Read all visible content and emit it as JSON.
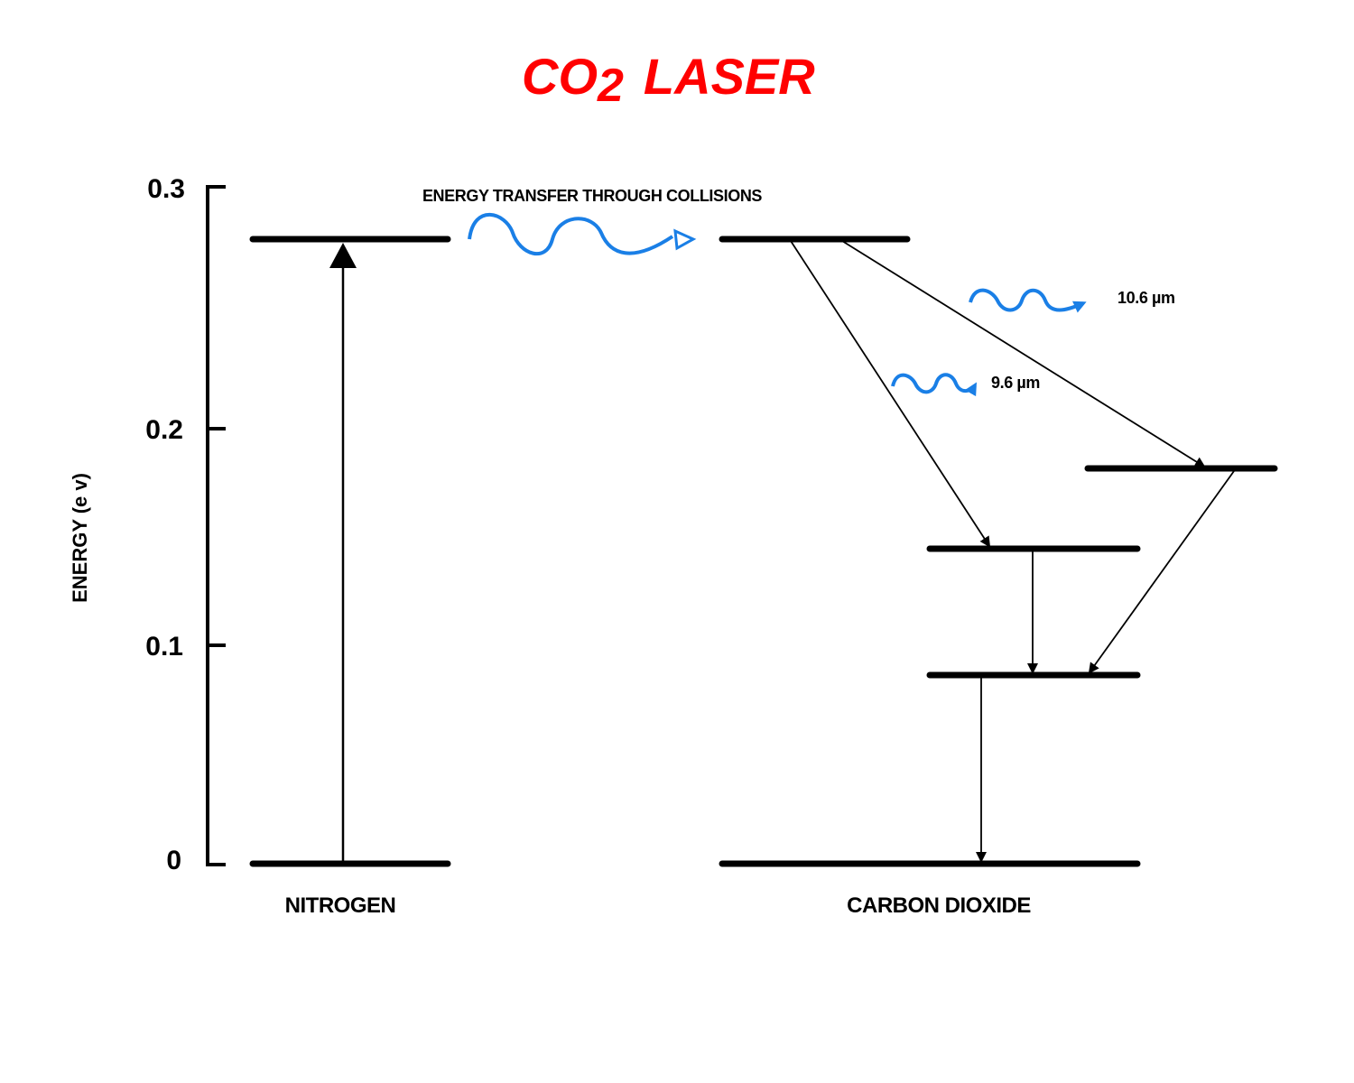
{
  "title": {
    "main": "CO",
    "subscript": "2",
    "rest": "LASER",
    "color": "#ff0000"
  },
  "axis": {
    "label": "ENERGY (e v)",
    "ticks": [
      "0",
      "0.1",
      "0.2",
      "0.3"
    ]
  },
  "species": {
    "nitrogen": "NITROGEN",
    "carbon_dioxide": "CARBON DIOXIDE"
  },
  "annotations": {
    "transfer": "ENERGY TRANSFER THROUGH COLLISIONS",
    "emission_long": "10.6 µm",
    "emission_short": "9.6 µm"
  },
  "colors": {
    "photon": "#1a7fe6",
    "line": "#000000"
  },
  "icons": {
    "photon": "wavy-arrow-icon"
  }
}
